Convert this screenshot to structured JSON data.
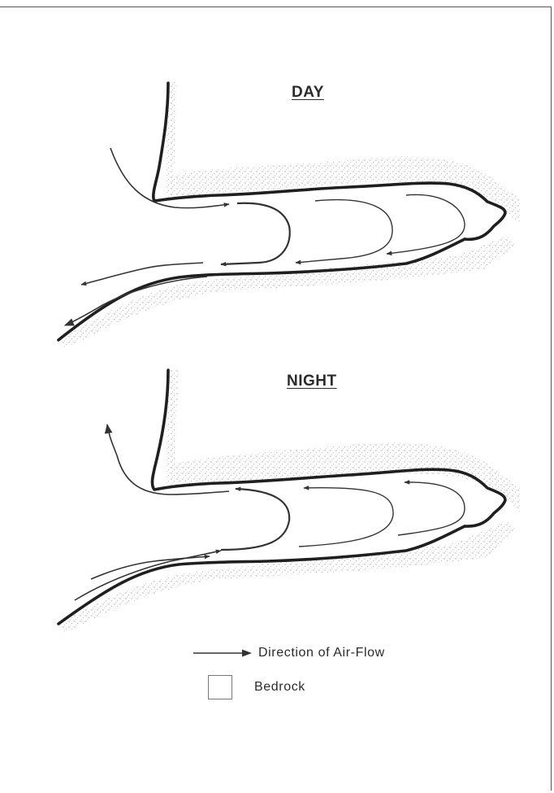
{
  "panels": {
    "day": {
      "title": "DAY"
    },
    "night": {
      "title": "NIGHT"
    }
  },
  "legend": {
    "air_flow_label": "Direction of Air-Flow",
    "bedrock_label": "Bedrock"
  },
  "colors": {
    "cave_outline": "#1f1f1f",
    "flow_arrow": "#333333",
    "stipple": "#8a8a8a"
  }
}
